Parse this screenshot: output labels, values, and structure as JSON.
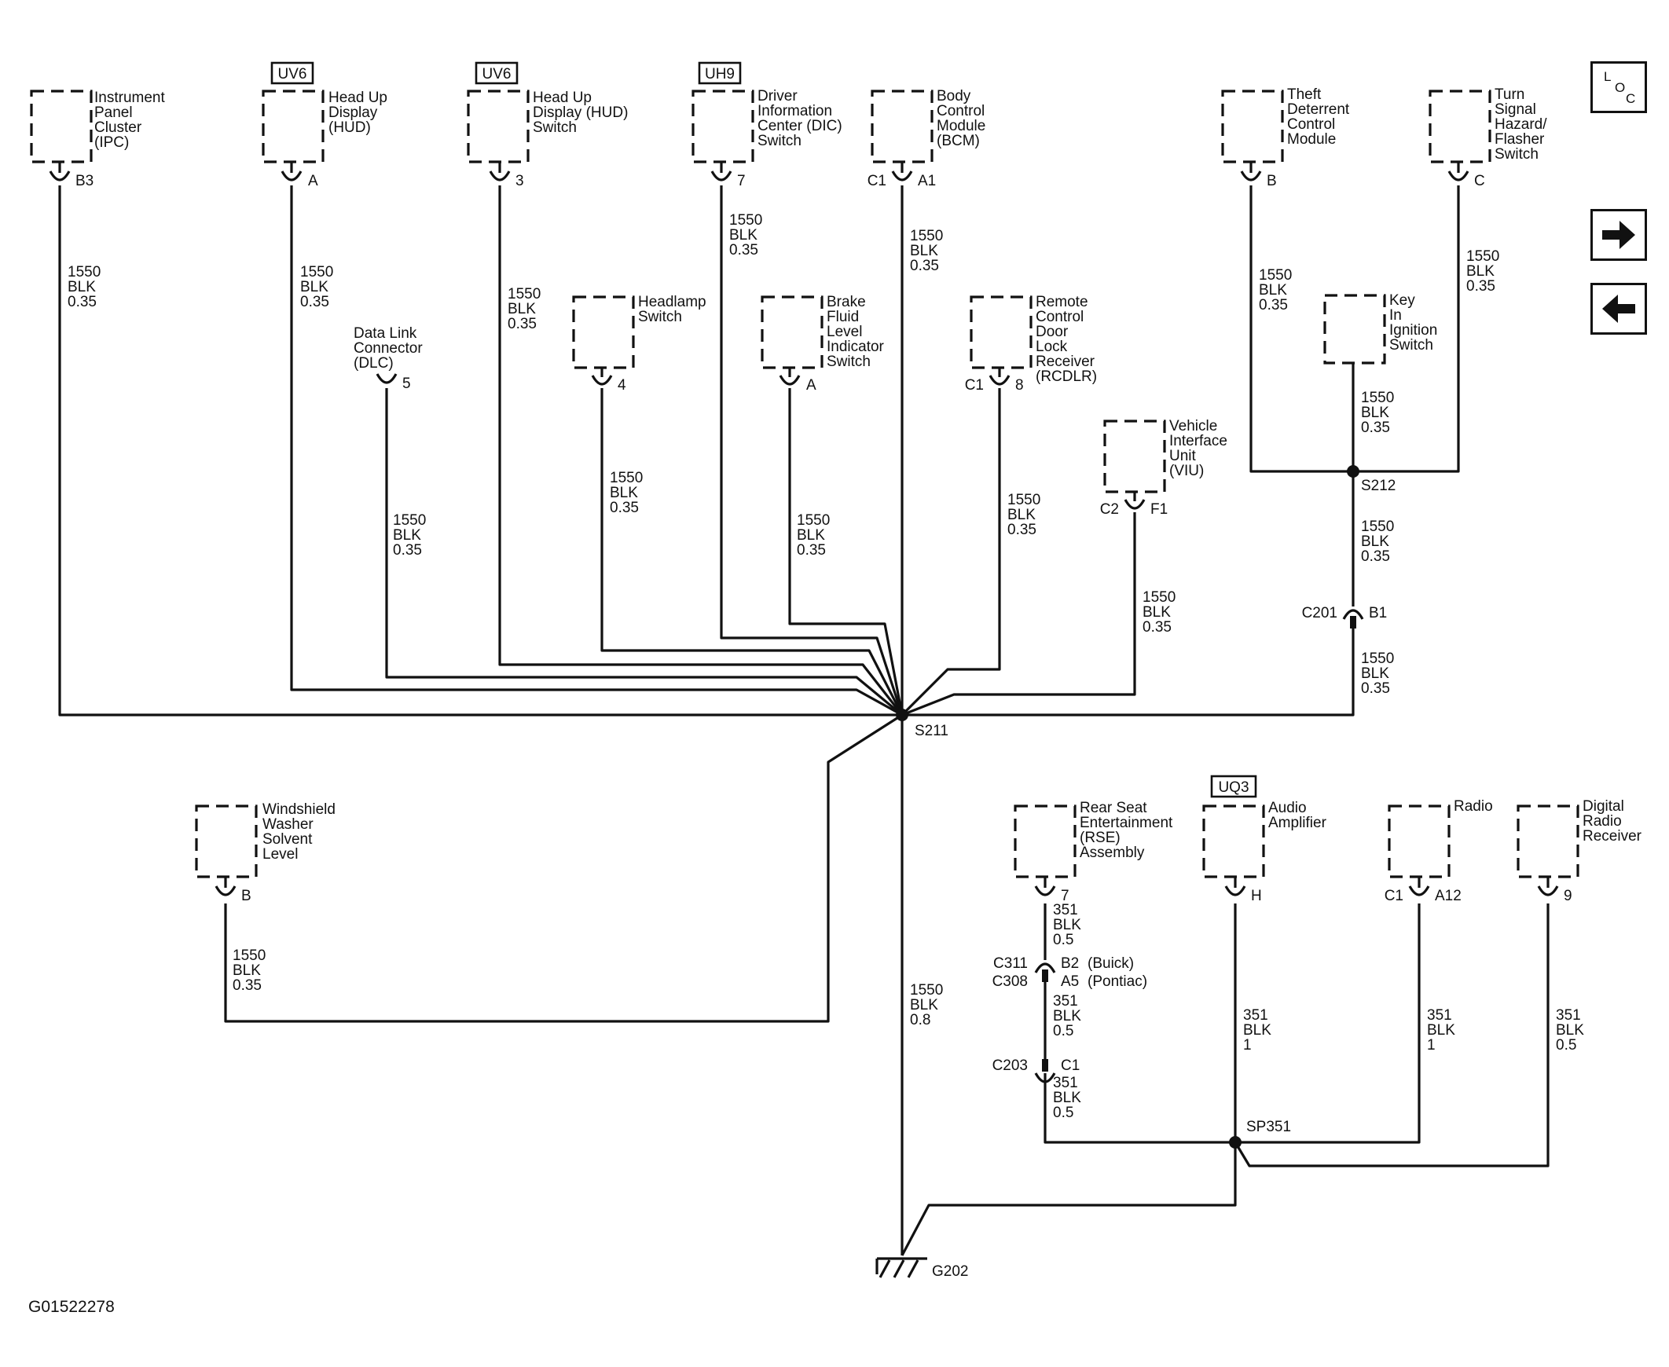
{
  "figure_id": "G01522278",
  "components": {
    "ipc": {
      "lines": [
        "Instrument",
        "Panel",
        "Cluster",
        "(IPC)"
      ],
      "pin": "B3",
      "wire": [
        "1550",
        "BLK",
        "0.35"
      ]
    },
    "hud": {
      "option": "UV6",
      "lines": [
        "Head Up",
        "Display",
        "(HUD)"
      ],
      "pin": "A",
      "wire": [
        "1550",
        "BLK",
        "0.35"
      ]
    },
    "hud_switch": {
      "option": "UV6",
      "lines": [
        "Head Up",
        "Display (HUD)",
        "Switch"
      ],
      "pin": "3",
      "wire": [
        "1550",
        "BLK",
        "0.35"
      ]
    },
    "dic_switch": {
      "option": "UH9",
      "lines": [
        "Driver",
        "Information",
        "Center (DIC)",
        "Switch"
      ],
      "pin": "7",
      "wire": [
        "1550",
        "BLK",
        "0.35"
      ]
    },
    "bcm": {
      "lines": [
        "Body",
        "Control",
        "Module",
        "(BCM)"
      ],
      "connector": "C1",
      "pin": "A1",
      "wire": [
        "1550",
        "BLK",
        "0.35"
      ]
    },
    "theft": {
      "lines": [
        "Theft",
        "Deterrent",
        "Control",
        "Module"
      ],
      "pin": "B",
      "wire": [
        "1550",
        "BLK",
        "0.35"
      ]
    },
    "turn_signal": {
      "lines": [
        "Turn",
        "Signal",
        "Hazard/",
        "Flasher",
        "Switch"
      ],
      "pin": "C",
      "wire": [
        "1550",
        "BLK",
        "0.35"
      ]
    },
    "dlc": {
      "lines": [
        "Data Link",
        "Connector",
        "(DLC)"
      ],
      "pin": "5",
      "wire": [
        "1550",
        "BLK",
        "0.35"
      ]
    },
    "headlamp": {
      "lines": [
        "Headlamp",
        "Switch"
      ],
      "pin": "4",
      "wire": [
        "1550",
        "BLK",
        "0.35"
      ]
    },
    "brake_fluid": {
      "lines": [
        "Brake",
        "Fluid",
        "Level",
        "Indicator",
        "Switch"
      ],
      "pin": "A",
      "wire": [
        "1550",
        "BLK",
        "0.35"
      ]
    },
    "rcdlr": {
      "lines": [
        "Remote",
        "Control",
        "Door",
        "Lock",
        "Receiver",
        "(RCDLR)"
      ],
      "connector": "C1",
      "pin": "8",
      "wire": [
        "1550",
        "BLK",
        "0.35"
      ]
    },
    "viu": {
      "lines": [
        "Vehicle",
        "Interface",
        "Unit",
        "(VIU)"
      ],
      "connector": "C2",
      "pin": "F1",
      "wire": [
        "1550",
        "BLK",
        "0.35"
      ]
    },
    "key_switch": {
      "lines": [
        "Key",
        "In",
        "Ignition",
        "Switch"
      ],
      "wire": [
        "1550",
        "BLK",
        "0.35"
      ]
    },
    "washer": {
      "lines": [
        "Windshield",
        "Washer",
        "Solvent",
        "Level"
      ],
      "pin": "B",
      "wire": [
        "1550",
        "BLK",
        "0.35"
      ]
    },
    "rse": {
      "lines": [
        "Rear Seat",
        "Entertainment",
        "(RSE)",
        "Assembly"
      ],
      "pin": "7",
      "wire": [
        "351",
        "BLK",
        "0.5"
      ]
    },
    "audio_amp": {
      "option": "UQ3",
      "lines": [
        "Audio",
        "Amplifier"
      ],
      "pin": "H",
      "wire": [
        "351",
        "BLK",
        "1"
      ]
    },
    "radio": {
      "lines": [
        "Radio"
      ],
      "connector": "C1",
      "pin": "A12",
      "wire": [
        "351",
        "BLK",
        "1"
      ]
    },
    "digital_radio": {
      "lines": [
        "Digital",
        "Radio",
        "Receiver"
      ],
      "pin": "9",
      "wire": [
        "351",
        "BLK",
        "0.5"
      ]
    }
  },
  "splices": {
    "s211": "S211",
    "s212": "S212",
    "sp351": "SP351"
  },
  "inline": {
    "c201": {
      "connector": "C201",
      "pin": "B1"
    },
    "c311": {
      "connectors": [
        "C311",
        "C308"
      ],
      "pins": [
        "B2",
        "A5"
      ],
      "notes": [
        "(Buick)",
        "(Pontiac)"
      ]
    },
    "c203": {
      "connector": "C203",
      "pin": "C1"
    }
  },
  "wires": {
    "s212_c201": [
      "1550",
      "BLK",
      "0.35"
    ],
    "c201_s211": [
      "1550",
      "BLK",
      "0.35"
    ],
    "rse_mid": [
      "351",
      "BLK",
      "0.5"
    ],
    "rse_low": [
      "351",
      "BLK",
      "0.5"
    ],
    "ground": [
      "1550",
      "BLK",
      "0.8"
    ]
  },
  "ground": {
    "label": "G202"
  },
  "nav": {
    "loc_letters": [
      "L",
      "O",
      "C"
    ]
  }
}
